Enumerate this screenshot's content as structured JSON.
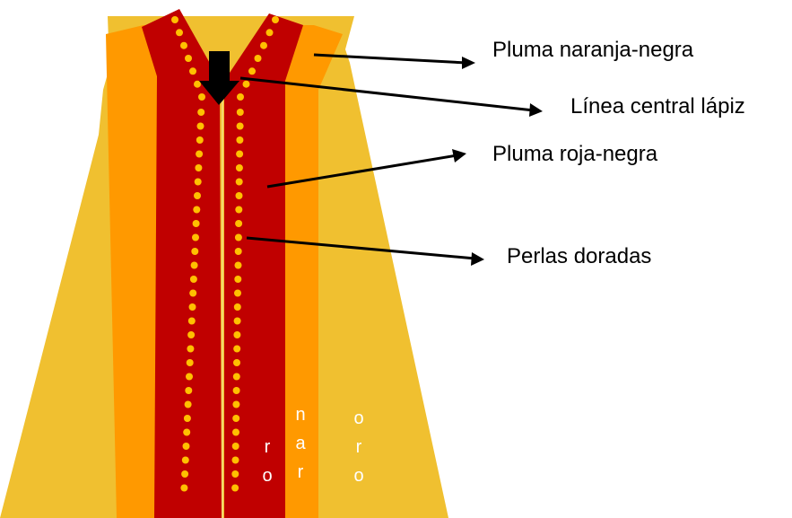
{
  "labels": {
    "orange_black_feather": "Pluma naranja-negra",
    "pencil_center_line": "Línea central  lápiz",
    "red_black_feather": "Pluma roja-negra",
    "golden_beads": "Perlas doradas"
  },
  "stripe_letters": {
    "red_stripe": [
      "r",
      "o"
    ],
    "orange_stripe": [
      "n",
      "a",
      "r"
    ],
    "gold_stripe": [
      "o",
      "r",
      "o"
    ]
  },
  "colors": {
    "gold": "#F0C030",
    "orange": "#FF9900",
    "red": "#C00000",
    "bead": "#FFC000",
    "center_line": "#F5D76E",
    "arrow": "#000000"
  }
}
